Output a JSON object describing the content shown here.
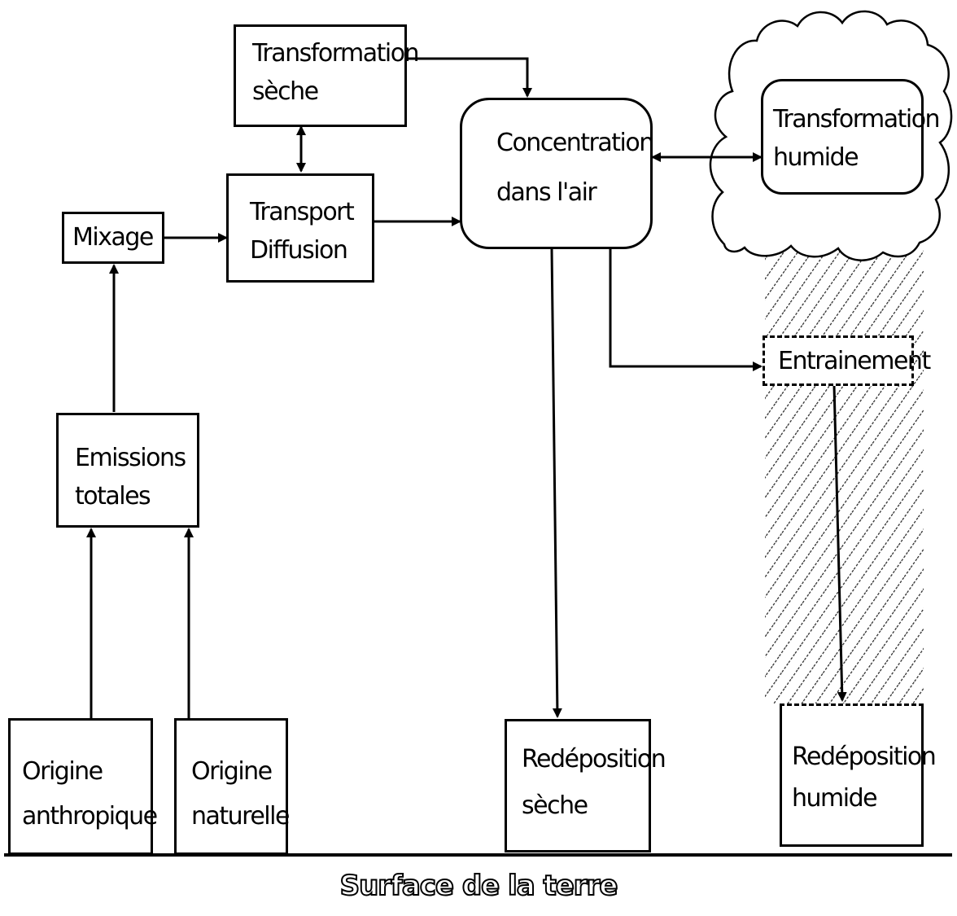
{
  "boxes": {
    "transformation_seche": [
      "Transformation",
      "sèche"
    ],
    "concentration_air": [
      "Concentration",
      "dans  l'air"
    ],
    "transformation_humide": [
      "Transformation",
      "humide"
    ],
    "mixage": [
      "Mixage"
    ],
    "transport_diffusion": [
      "Transport",
      "Diffusion"
    ],
    "entrainement": [
      "Entrainement"
    ],
    "emissions_totales": [
      "Emissions",
      "totales"
    ],
    "origine_anthropique": [
      "Origine",
      "anthropique"
    ],
    "origine_naturelle": [
      "Origine",
      "naturelle"
    ],
    "redeposition_seche": [
      "Redéposition",
      "sèche"
    ],
    "redeposition_humide": [
      "Redéposition",
      "humide"
    ]
  },
  "ground_label": "Surface de la terre",
  "colors": {
    "line": "#000000",
    "background": "#ffffff",
    "rain_hatch": "#000000"
  }
}
